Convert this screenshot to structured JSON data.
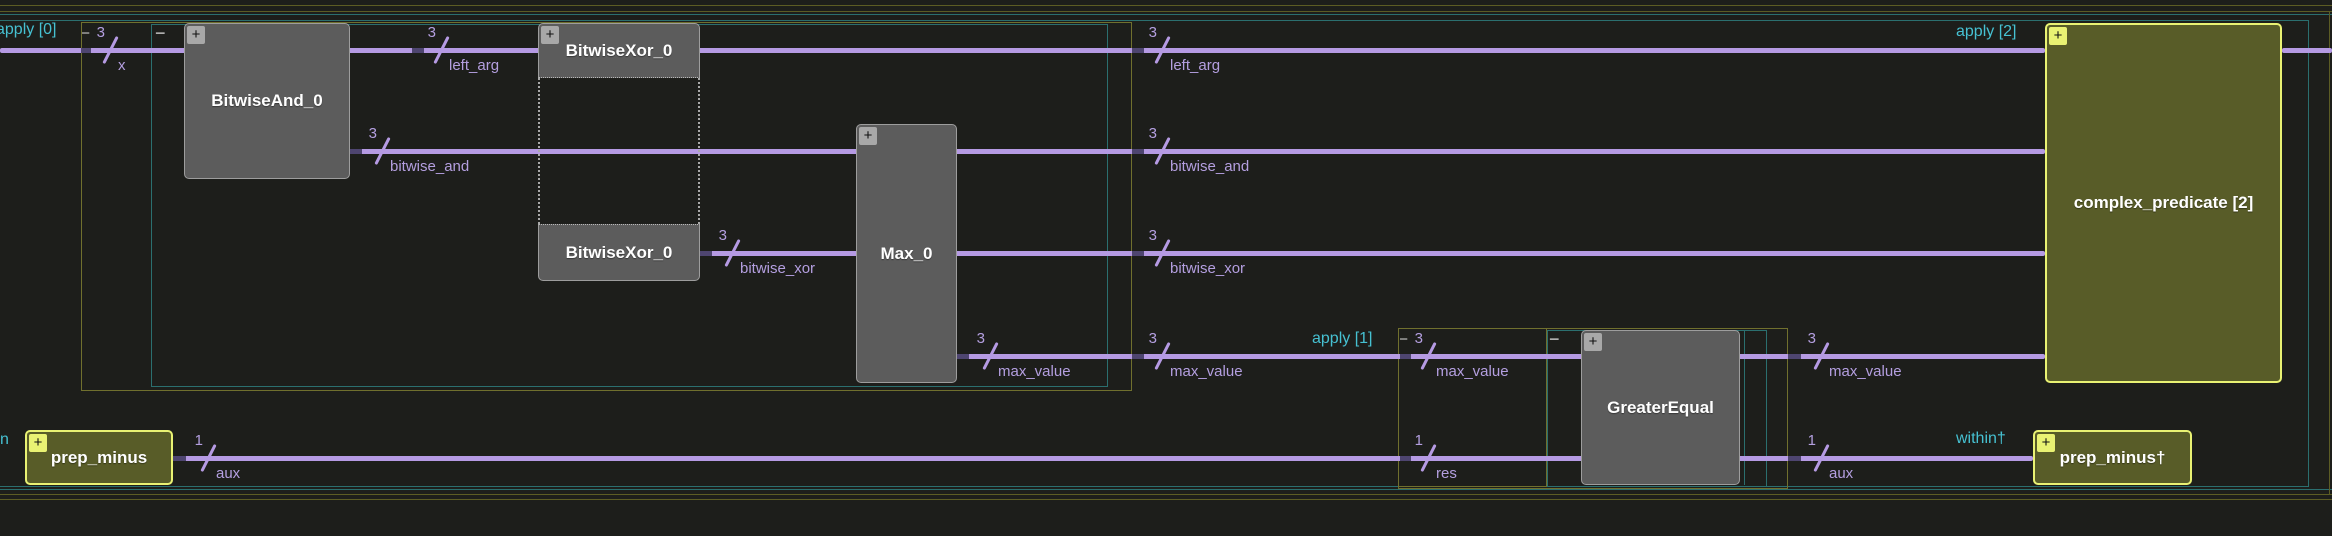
{
  "colors": {
    "background": "#1d1e1b",
    "wire": "#b59ae3",
    "wire_stub": "#4e4570",
    "label_purple": "#b49fe0",
    "label_cyan": "#46c1d2",
    "cluster_border_olive": "#70702e",
    "frame_border_teal": "#2b6f6f",
    "block_gray_fill": "#5c5c5c",
    "block_gray_border": "#9d9d9d",
    "block_olive_fill": "#585c28",
    "block_olive_border": "#e9f273"
  },
  "clusters": {
    "apply0_label": "apply [0]",
    "apply1_label": "apply [1]",
    "apply2_label": "apply [2]",
    "within_label": "within†",
    "within_left_fragment": "n"
  },
  "toggles": {
    "collapse": "−",
    "expand": "+"
  },
  "blocks": {
    "bitwise_and": "BitwiseAnd_0",
    "bitwise_xor_top": "BitwiseXor_0",
    "bitwise_xor_bottom": "BitwiseXor_0",
    "max": "Max_0",
    "greater_equal": "GreaterEqual",
    "prep_minus": "prep_minus",
    "prep_minus_dagger": "prep_minus†",
    "complex_predicate": "complex_predicate [2]"
  },
  "annotations": [
    {
      "prefix": "−",
      "width": "3",
      "name": "x"
    },
    {
      "prefix": "",
      "width": "3",
      "name": "left_arg"
    },
    {
      "prefix": "",
      "width": "3",
      "name": "bitwise_and"
    },
    {
      "prefix": "",
      "width": "3",
      "name": "bitwise_xor"
    },
    {
      "prefix": "",
      "width": "3",
      "name": "max_value"
    },
    {
      "prefix": "",
      "width": "3",
      "name": "left_arg"
    },
    {
      "prefix": "",
      "width": "3",
      "name": "bitwise_and"
    },
    {
      "prefix": "",
      "width": "3",
      "name": "bitwise_xor"
    },
    {
      "prefix": "",
      "width": "3",
      "name": "max_value"
    },
    {
      "prefix": "−",
      "width": "3",
      "name": "max_value"
    },
    {
      "prefix": "",
      "width": "1",
      "name": "res"
    },
    {
      "prefix": "",
      "width": "3",
      "name": "max_value"
    },
    {
      "prefix": "",
      "width": "1",
      "name": "aux"
    },
    {
      "prefix": "",
      "width": "1",
      "name": "aux"
    }
  ]
}
